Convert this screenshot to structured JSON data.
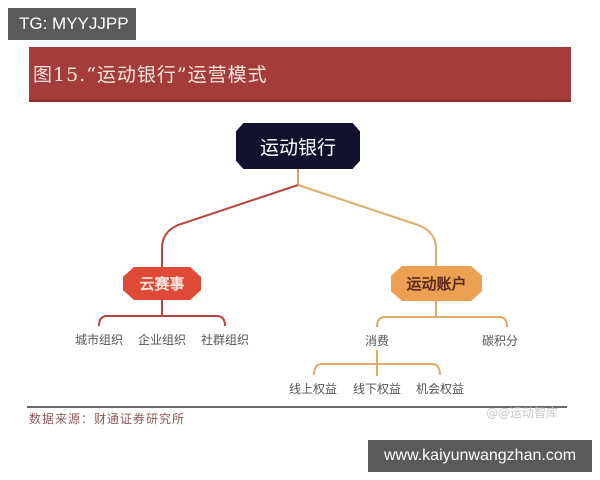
{
  "overlay": {
    "tg_label": "TG: MYYJJPP",
    "url_label": "www.kaiyunwangzhan.com"
  },
  "figure": {
    "title": "图15.“运动银行”运营模式",
    "source": "数据来源：财通证券研究所",
    "watermark": "@@运动智库"
  },
  "diagram": {
    "root": {
      "label": "运动银行",
      "color": "#12122e"
    },
    "branches": [
      {
        "label": "云赛事",
        "color": "#de4a35",
        "line_color": "#c0453a",
        "children": [
          {
            "label": "城市组织"
          },
          {
            "label": "企业组织"
          },
          {
            "label": "社群组织"
          }
        ]
      },
      {
        "label": "运动账户",
        "color": "#eca052",
        "line_color": "#e0aa6a",
        "children": [
          {
            "label": "消费",
            "children": [
              {
                "label": "线上权益"
              },
              {
                "label": "线下权益"
              },
              {
                "label": "机会权益"
              }
            ]
          },
          {
            "label": "碳积分"
          }
        ]
      }
    ]
  }
}
